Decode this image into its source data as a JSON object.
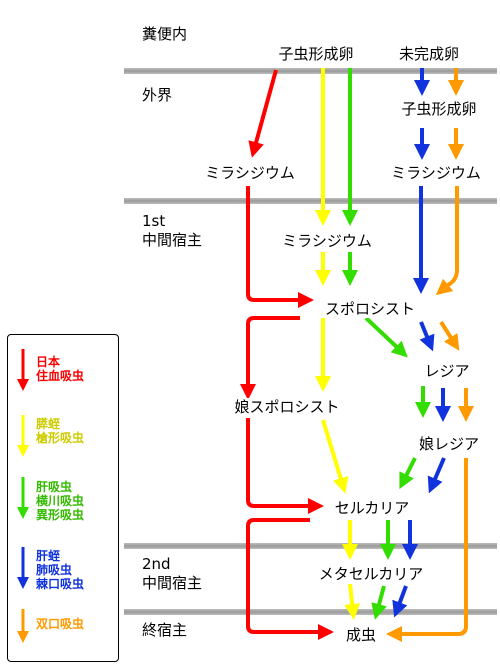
{
  "zones": {
    "feces": "糞便内",
    "outside": "外界",
    "host1": "1st\n中間宿主",
    "host2": "2nd\n中間宿主",
    "final": "終宿主"
  },
  "nodes": {
    "embryonated_egg": "子虫形成卵",
    "unembryonated_egg": "未完成卵",
    "embryonated_egg_2": "子虫形成卵",
    "miracidium_left": "ミラシジウム",
    "miracidium_right": "ミラシジウム",
    "miracidium_host": "ミラシジウム",
    "sporocyst": "スポロシスト",
    "redia": "レジア",
    "daughter_sporocyst": "娘スポロシスト",
    "daughter_redia": "娘レジア",
    "cercaria": "セルカリア",
    "metacercaria": "メタセルカリア",
    "adult": "成虫"
  },
  "legend": [
    {
      "text": "日本\n住血吸虫",
      "color": "#ff0000"
    },
    {
      "text": "膵蛭\n槍形吸虫",
      "color": "#e6e600"
    },
    {
      "text": "肝吸虫\n横川吸虫\n異形吸虫",
      "color": "#33dd00"
    },
    {
      "text": "肝蛭\n肺吸虫\n棘口吸虫",
      "color": "#1133dd"
    },
    {
      "text": "双口吸虫",
      "color": "#ff9900"
    }
  ],
  "colors": {
    "red": "#ff0000",
    "yellow": "#ffff00",
    "green": "#33dd00",
    "blue": "#1133dd",
    "orange": "#ff9900"
  }
}
